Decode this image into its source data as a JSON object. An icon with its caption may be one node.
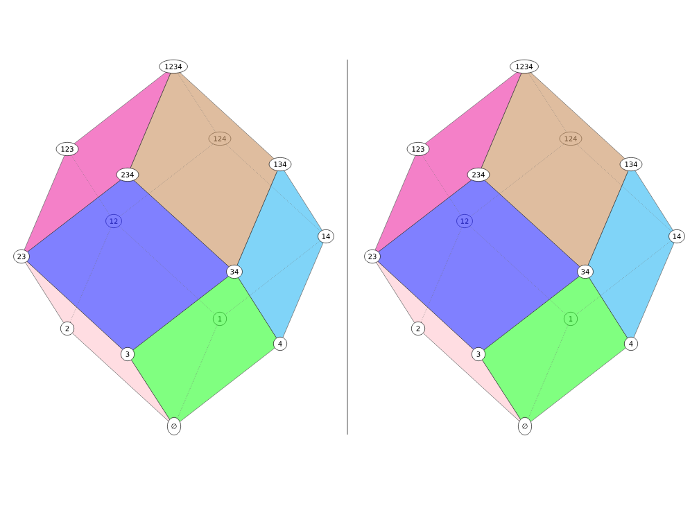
{
  "diagram": {
    "nodes": [
      {
        "text": [
          "1234"
        ]
      },
      {
        "text": [
          "123"
        ]
      },
      {
        "text": [
          "124"
        ]
      },
      {
        "text": [
          "134"
        ]
      },
      {
        "text": [
          "234"
        ]
      },
      {
        "text": [
          "12"
        ]
      },
      {
        "text": [
          "14"
        ]
      },
      {
        "text": [
          "23"
        ]
      },
      {
        "text": [
          "34"
        ]
      },
      {
        "text": [
          "1"
        ]
      },
      {
        "text": [
          "2"
        ]
      },
      {
        "text": [
          "3"
        ]
      },
      {
        "text": [
          "4"
        ]
      },
      {
        "text": [
          "∅"
        ]
      },
      {
        "text": [
          "1234"
        ]
      },
      {
        "text": [
          "123"
        ]
      },
      {
        "text": [
          "124"
        ]
      },
      {
        "text": [
          "134"
        ]
      },
      {
        "text": [
          "234"
        ]
      },
      {
        "text": [
          "12"
        ]
      },
      {
        "text": [
          "14"
        ]
      },
      {
        "text": [
          "23"
        ]
      },
      {
        "text": [
          "34"
        ]
      },
      {
        "text": [
          "1"
        ]
      },
      {
        "text": [
          "2"
        ]
      },
      {
        "text": [
          "3"
        ]
      },
      {
        "text": [
          "4"
        ]
      },
      {
        "text": [
          "∅"
        ]
      }
    ],
    "edges": [
      {
        "from": 0,
        "to": 1,
        "arrow": "none"
      },
      {
        "from": 0,
        "to": 2,
        "arrow": "none",
        "style": "dashed"
      },
      {
        "from": 0,
        "to": 3,
        "arrow": "none"
      },
      {
        "from": 0,
        "to": 4,
        "arrow": "none",
        "color": "#2a2a2a"
      },
      {
        "from": 1,
        "to": 5,
        "arrow": "none",
        "style": "dashed"
      },
      {
        "from": 1,
        "to": 7,
        "arrow": "none"
      },
      {
        "from": 2,
        "to": 5,
        "arrow": "none",
        "style": "dashed"
      },
      {
        "from": 2,
        "to": 6,
        "arrow": "none",
        "style": "dashed"
      },
      {
        "from": 3,
        "to": 6,
        "arrow": "none"
      },
      {
        "from": 3,
        "to": 8,
        "arrow": "none",
        "color": "#2a2a2a"
      },
      {
        "from": 4,
        "to": 7,
        "arrow": "none",
        "color": "#2a2a2a"
      },
      {
        "from": 4,
        "to": 8,
        "arrow": "none",
        "color": "#2a2a2a"
      },
      {
        "from": 5,
        "to": 9,
        "arrow": "none",
        "style": "dashed"
      },
      {
        "from": 5,
        "to": 10,
        "arrow": "none",
        "style": "dashed"
      },
      {
        "from": 6,
        "to": 9,
        "arrow": "none",
        "style": "dashed"
      },
      {
        "from": 6,
        "to": 12,
        "arrow": "none"
      },
      {
        "from": 7,
        "to": 10,
        "arrow": "none"
      },
      {
        "from": 7,
        "to": 11,
        "arrow": "none",
        "color": "#2a2a2a"
      },
      {
        "from": 8,
        "to": 11,
        "arrow": "none",
        "color": "#2a2a2a"
      },
      {
        "from": 8,
        "to": 12,
        "arrow": "none",
        "color": "#2a2a2a"
      },
      {
        "from": 9,
        "to": 13,
        "arrow": "none",
        "style": "dashed"
      },
      {
        "from": 10,
        "to": 13,
        "arrow": "none"
      },
      {
        "from": 11,
        "to": 13,
        "arrow": "none",
        "color": "#2a2a2a"
      },
      {
        "from": 12,
        "to": 13,
        "arrow": "none"
      },
      {
        "from": 14,
        "to": 15,
        "arrow": "none"
      },
      {
        "from": 14,
        "to": 16,
        "arrow": "none",
        "style": "dashed"
      },
      {
        "from": 14,
        "to": 17,
        "arrow": "none"
      },
      {
        "from": 14,
        "to": 18,
        "arrow": "none",
        "color": "#2a2a2a"
      },
      {
        "from": 15,
        "to": 19,
        "arrow": "none",
        "style": "dashed"
      },
      {
        "from": 15,
        "to": 21,
        "arrow": "none"
      },
      {
        "from": 16,
        "to": 19,
        "arrow": "none",
        "style": "dashed"
      },
      {
        "from": 16,
        "to": 20,
        "arrow": "none",
        "style": "dashed"
      },
      {
        "from": 17,
        "to": 20,
        "arrow": "none"
      },
      {
        "from": 17,
        "to": 22,
        "arrow": "none",
        "color": "#2a2a2a"
      },
      {
        "from": 18,
        "to": 21,
        "arrow": "none",
        "color": "#2a2a2a"
      },
      {
        "from": 18,
        "to": 22,
        "arrow": "none",
        "color": "#2a2a2a"
      },
      {
        "from": 19,
        "to": 23,
        "arrow": "none",
        "style": "dashed"
      },
      {
        "from": 19,
        "to": 24,
        "arrow": "none",
        "style": "dashed"
      },
      {
        "from": 20,
        "to": 23,
        "arrow": "none",
        "style": "dashed"
      },
      {
        "from": 20,
        "to": 26,
        "arrow": "none"
      },
      {
        "from": 21,
        "to": 24,
        "arrow": "none"
      },
      {
        "from": 21,
        "to": 25,
        "arrow": "none",
        "color": "#2a2a2a"
      },
      {
        "from": 22,
        "to": 25,
        "arrow": "none",
        "color": "#2a2a2a"
      },
      {
        "from": 22,
        "to": 26,
        "arrow": "none",
        "color": "#2a2a2a"
      },
      {
        "from": 23,
        "to": 27,
        "arrow": "none",
        "style": "dashed"
      },
      {
        "from": 24,
        "to": 27,
        "arrow": "none"
      },
      {
        "from": 25,
        "to": 27,
        "arrow": "none",
        "color": "#2a2a2a"
      },
      {
        "from": 26,
        "to": 27,
        "arrow": "none"
      }
    ]
  }
}
